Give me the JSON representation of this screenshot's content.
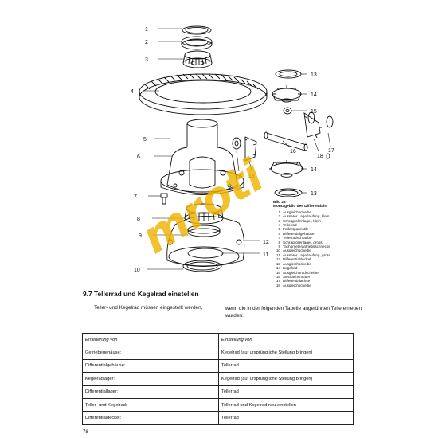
{
  "diagram": {
    "callouts": [
      "1",
      "2",
      "3",
      "4",
      "5",
      "6",
      "7",
      "8",
      "9",
      "10",
      "11",
      "12",
      "13",
      "14",
      "15",
      "16",
      "17",
      "18"
    ]
  },
  "legend": {
    "code": "Bild 23",
    "title": "Montagebild des Differentials.",
    "items": [
      {
        "n": "1",
        "text": "Ausgleichscheibe"
      },
      {
        "n": "2",
        "text": "Äusserer Lagerlaufring, klein"
      },
      {
        "n": "3",
        "text": "Schrägrollenlager, klein"
      },
      {
        "n": "4",
        "text": "Tellerrad"
      },
      {
        "n": "5",
        "text": "Federspannstift"
      },
      {
        "n": "6",
        "text": "Differentialgehäuse"
      },
      {
        "n": "7",
        "text": "Tellerradschraube"
      },
      {
        "n": "8",
        "text": "Schrägrollenlager, gross"
      },
      {
        "n": "9",
        "text": "Tachometerantriebsschnecke"
      },
      {
        "n": "10",
        "text": "Ausgleichscheibe"
      },
      {
        "n": "11",
        "text": "Äusserer Lagerlaufring, gross"
      },
      {
        "n": "12",
        "text": "Differentialdeckel"
      },
      {
        "n": "13",
        "text": "Ausgleichscheibe"
      },
      {
        "n": "14",
        "text": "Kegelrad"
      },
      {
        "n": "15",
        "text": "Ausgleichsradscheibe"
      },
      {
        "n": "16",
        "text": "Steckachsmutter"
      },
      {
        "n": "17",
        "text": "Differentialachse"
      },
      {
        "n": "18",
        "text": "Ausgleichscheibe"
      }
    ]
  },
  "watermark": "mroti",
  "section": {
    "title": "9.7  Tellerrad und Kegelrad einstellen"
  },
  "intro": {
    "left": "Teller- und Kegelrad müssen eingestellt werden,",
    "right": "wenn die in der folgenden Tabelle angeführten Teile erneuert wurden:"
  },
  "table": {
    "headers": [
      "Erneuerung von",
      "Einstellung von"
    ],
    "rows": [
      [
        "Getriebegehäuse:",
        "Kegelrad (auf ursprüngliche Stellung bringen)"
      ],
      [
        "Differentialgehäuse:",
        "Tellerrad"
      ],
      [
        "Kegelradlager:",
        "Kegelrad (auf ursprüngliche Stellung bringen)"
      ],
      [
        "Differentiallager:",
        "Tellerrad"
      ],
      [
        "Teller- und Kegelrad:",
        "Tellerrad und Kegelrad neu einstellen"
      ],
      [
        "Differentialdeckel:",
        "Tellerrad"
      ]
    ]
  },
  "page_number": "78"
}
